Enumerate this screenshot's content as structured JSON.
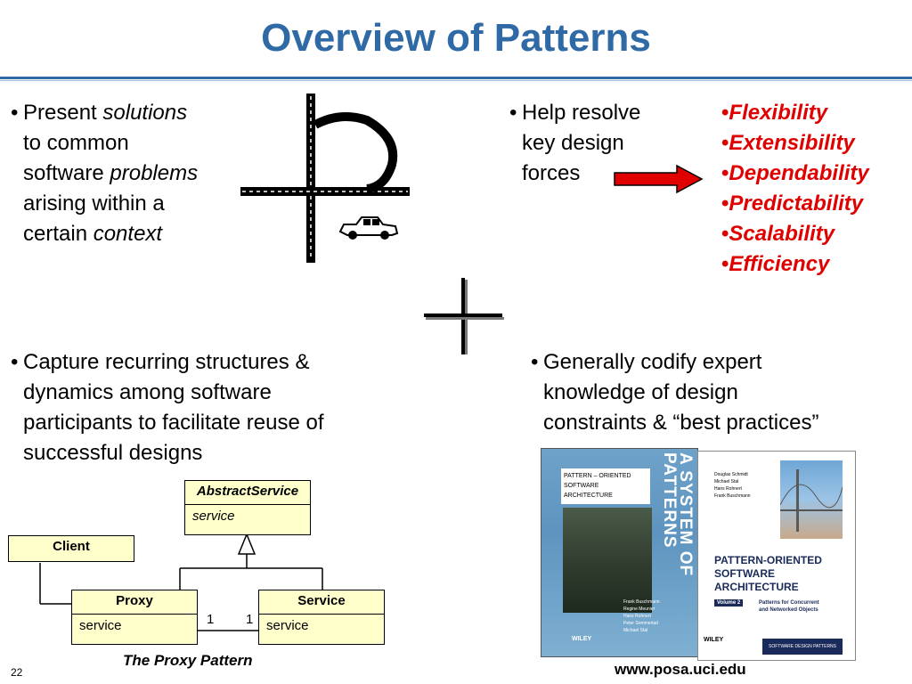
{
  "slide": {
    "title": "Overview of Patterns",
    "number": "22"
  },
  "top_left": {
    "bullet": "•",
    "line1_a": "Present ",
    "line1_b": "solutions",
    "line2": "to common",
    "line3_a": "software ",
    "line3_b": "problems",
    "line4": "arising within a",
    "line5_a": "certain ",
    "line5_b": "context"
  },
  "top_right": {
    "bullet": "•",
    "lines": [
      "Help resolve",
      "key design",
      "forces"
    ]
  },
  "forces": [
    "Flexibility",
    "Extensibility",
    "Dependability",
    "Predictability",
    "Scalability",
    "Efficiency"
  ],
  "bottom_left": {
    "bullet": "•",
    "lines": [
      "Capture recurring structures &",
      "dynamics among software",
      "participants to facilitate reuse of",
      "successful designs"
    ]
  },
  "bottom_right": {
    "bullet": "•",
    "lines": [
      "Generally codify expert",
      "knowledge of design",
      "constraints & “best practices”"
    ]
  },
  "uml": {
    "abstract_service": {
      "name": "AbstractService",
      "op": "service"
    },
    "client": {
      "name": "Client"
    },
    "proxy": {
      "name": "Proxy",
      "op": "service"
    },
    "service": {
      "name": "Service",
      "op": "service"
    },
    "mult_left": "1",
    "mult_right": "1",
    "caption": "The Proxy Pattern"
  },
  "books": {
    "book1": {
      "series": "PATTERN – ORIENTED",
      "series2": "SOFTWARE ARCHITECTURE",
      "spine": "A SYSTEM OF PATTERNS",
      "authors": [
        "Frank Buschmann",
        "Regine Meunier",
        "Hans Rohnert",
        "Peter Sommerlad",
        "Michael Stal"
      ],
      "publisher": "WILEY"
    },
    "book2": {
      "authors": [
        "Douglas Schmidt",
        "Michael Stal",
        "Hans Rohnert",
        "Frank Buschmann"
      ],
      "title1": "PATTERN-ORIENTED",
      "title2": "SOFTWARE",
      "title3": "ARCHITECTURE",
      "volume": "Volume 2",
      "subtitle1": "Patterns for Concurrent",
      "subtitle2": "and Networked Objects",
      "publisher": "WILEY",
      "series": "SOFTWARE DESIGN PATTERNS"
    }
  },
  "url": "www.posa.uci.edu",
  "colors": {
    "title": "#2f6aa6",
    "forces": "#e00000",
    "uml_fill": "#ffffcc",
    "arrow": "#e00000"
  }
}
